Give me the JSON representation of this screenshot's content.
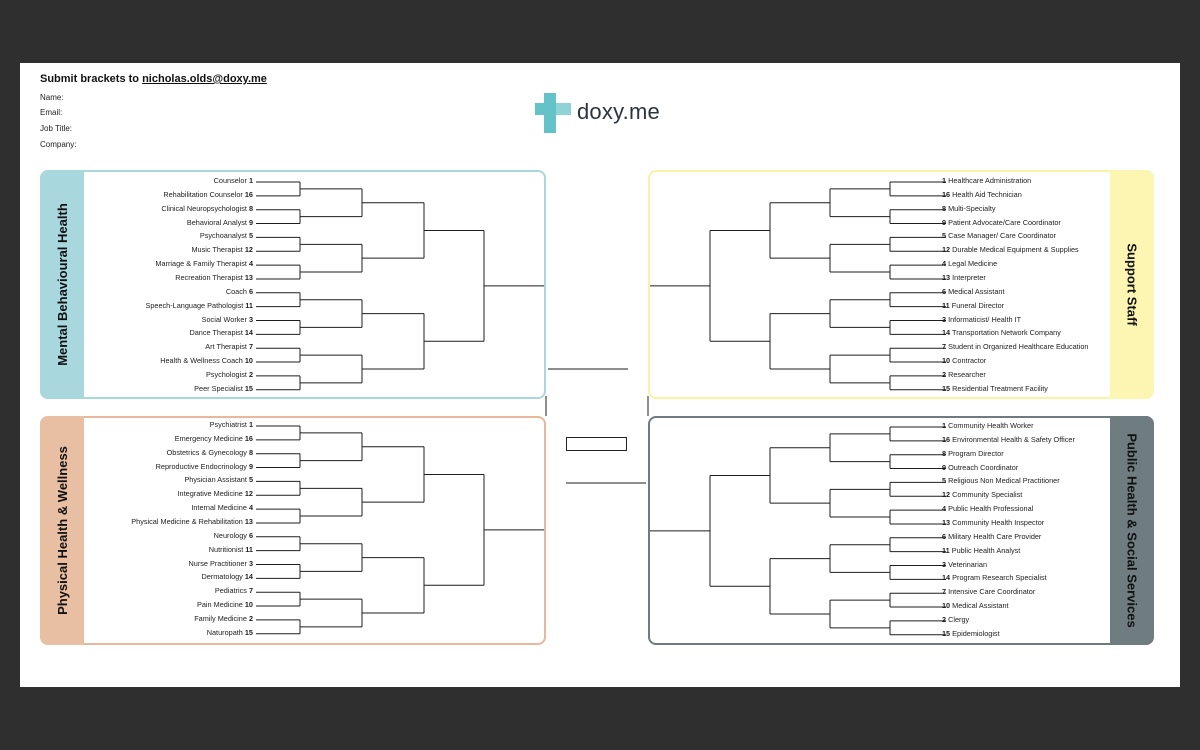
{
  "header": {
    "submit_prefix": "Submit brackets to ",
    "submit_email": "nicholas.olds@doxy.me",
    "fields": [
      "Name:",
      "Email:",
      "Job  Title:",
      "Company:"
    ]
  },
  "logo": {
    "text": "doxy.me",
    "icon": "doxy-cross-icon",
    "color": "#63c3c8"
  },
  "regions": [
    {
      "id": "mental",
      "title": "Mental Behavioural Health",
      "border_color": "#a8d8de",
      "band_color": "#a8d8de",
      "side": "left",
      "teams": [
        {
          "name": "Counselor",
          "seed": "1"
        },
        {
          "name": "Rehabilitation Counselor",
          "seed": "16"
        },
        {
          "name": "Clinical Neuropsychologist",
          "seed": "8"
        },
        {
          "name": "Behavioral Analyst",
          "seed": "9"
        },
        {
          "name": "Psychoanalyst",
          "seed": "5"
        },
        {
          "name": "Music Therapist",
          "seed": "12"
        },
        {
          "name": "Marriage & Family Therapist",
          "seed": "4"
        },
        {
          "name": "Recreation Therapist",
          "seed": "13"
        },
        {
          "name": "Coach",
          "seed": "6"
        },
        {
          "name": "Speech-Language Pathologist",
          "seed": "11"
        },
        {
          "name": "Social Worker",
          "seed": "3"
        },
        {
          "name": "Dance Therapist",
          "seed": "14"
        },
        {
          "name": "Art Therapist ",
          "seed": "7"
        },
        {
          "name": "Health & Wellness Coach",
          "seed": "10"
        },
        {
          "name": "Psychologist",
          "seed": "2"
        },
        {
          "name": "Peer Specialist",
          "seed": "15"
        }
      ]
    },
    {
      "id": "physical",
      "title": "Physical  Health & Wellness",
      "border_color": "#e8b89c",
      "band_color": "#e9bfa3",
      "side": "left",
      "teams": [
        {
          "name": "Psychiatrist",
          "seed": "1"
        },
        {
          "name": "Emergency Medicine",
          "seed": "16"
        },
        {
          "name": "Obstetrics & Gynecology",
          "seed": "8"
        },
        {
          "name": "Reproductive Endocrinology",
          "seed": "9"
        },
        {
          "name": "Physician Assistant",
          "seed": "5"
        },
        {
          "name": "Integrative Medicine",
          "seed": "12"
        },
        {
          "name": "Internal Medicine",
          "seed": "4"
        },
        {
          "name": "Physical Medicine & Rehabilitation",
          "seed": "13"
        },
        {
          "name": "Neurology",
          "seed": "6"
        },
        {
          "name": "Nutritionist",
          "seed": "11"
        },
        {
          "name": "Nurse Practitioner",
          "seed": "3"
        },
        {
          "name": "Dermatology",
          "seed": "14"
        },
        {
          "name": "Pediatrics",
          "seed": "7"
        },
        {
          "name": "Pain Medicine",
          "seed": "10"
        },
        {
          "name": "Family Medicine",
          "seed": "2"
        },
        {
          "name": "Naturopath",
          "seed": "15"
        }
      ]
    },
    {
      "id": "support",
      "title": "Support Staff",
      "border_color": "#fbf1a8",
      "band_color": "#fdf6b3",
      "side": "right",
      "teams": [
        {
          "name": "Healthcare Administration",
          "seed": "1"
        },
        {
          "name": "Health Aid Technician",
          "seed": "16"
        },
        {
          "name": "Multi-Specialty",
          "seed": "8"
        },
        {
          "name": "Patient Advocate/Care Coordinator",
          "seed": "9"
        },
        {
          "name": "Case Manager/ Care Coordinator",
          "seed": "5"
        },
        {
          "name": "Durable Medical Equipment & Supplies",
          "seed": "12"
        },
        {
          "name": "Legal Medicine",
          "seed": "4"
        },
        {
          "name": "Interpreter",
          "seed": "13"
        },
        {
          "name": "Medical Assistant",
          "seed": "6"
        },
        {
          "name": "Funeral Director",
          "seed": "11"
        },
        {
          "name": "Informaticist/ Health IT",
          "seed": "3"
        },
        {
          "name": "Transportation Network Company",
          "seed": "14"
        },
        {
          "name": "Student in Organized Healthcare Education",
          "seed": "7"
        },
        {
          "name": "Contractor",
          "seed": "10"
        },
        {
          "name": "Researcher",
          "seed": "2"
        },
        {
          "name": "Residential Treatment Facility",
          "seed": "15"
        }
      ]
    },
    {
      "id": "public",
      "title": "Public Health & Social Services",
      "border_color": "#6e7b7f",
      "band_color": "#6f7c80",
      "side": "right",
      "teams": [
        {
          "name": "Community Health Worker",
          "seed": "1"
        },
        {
          "name": "Environmental Health & Safety Officer",
          "seed": "16"
        },
        {
          "name": "Program Director",
          "seed": "8"
        },
        {
          "name": "Outreach Coordinator",
          "seed": "9"
        },
        {
          "name": "Religious Non Medical Practitioner",
          "seed": "5"
        },
        {
          "name": "Community Specialist",
          "seed": "12"
        },
        {
          "name": "Public Health Professional",
          "seed": "4"
        },
        {
          "name": "Community Health Inspector",
          "seed": "13"
        },
        {
          "name": "Military Health Care Provider",
          "seed": "6"
        },
        {
          "name": "Public Health Analyst",
          "seed": "11"
        },
        {
          "name": "Veterinarian",
          "seed": "3"
        },
        {
          "name": "Program Research Specialist",
          "seed": "14"
        },
        {
          "name": "Intensive Care Coordinator",
          "seed": "7"
        },
        {
          "name": "Medical Assistant",
          "seed": "10"
        },
        {
          "name": "Clergy",
          "seed": "2"
        },
        {
          "name": "Epidemiologist",
          "seed": "15"
        }
      ]
    }
  ]
}
